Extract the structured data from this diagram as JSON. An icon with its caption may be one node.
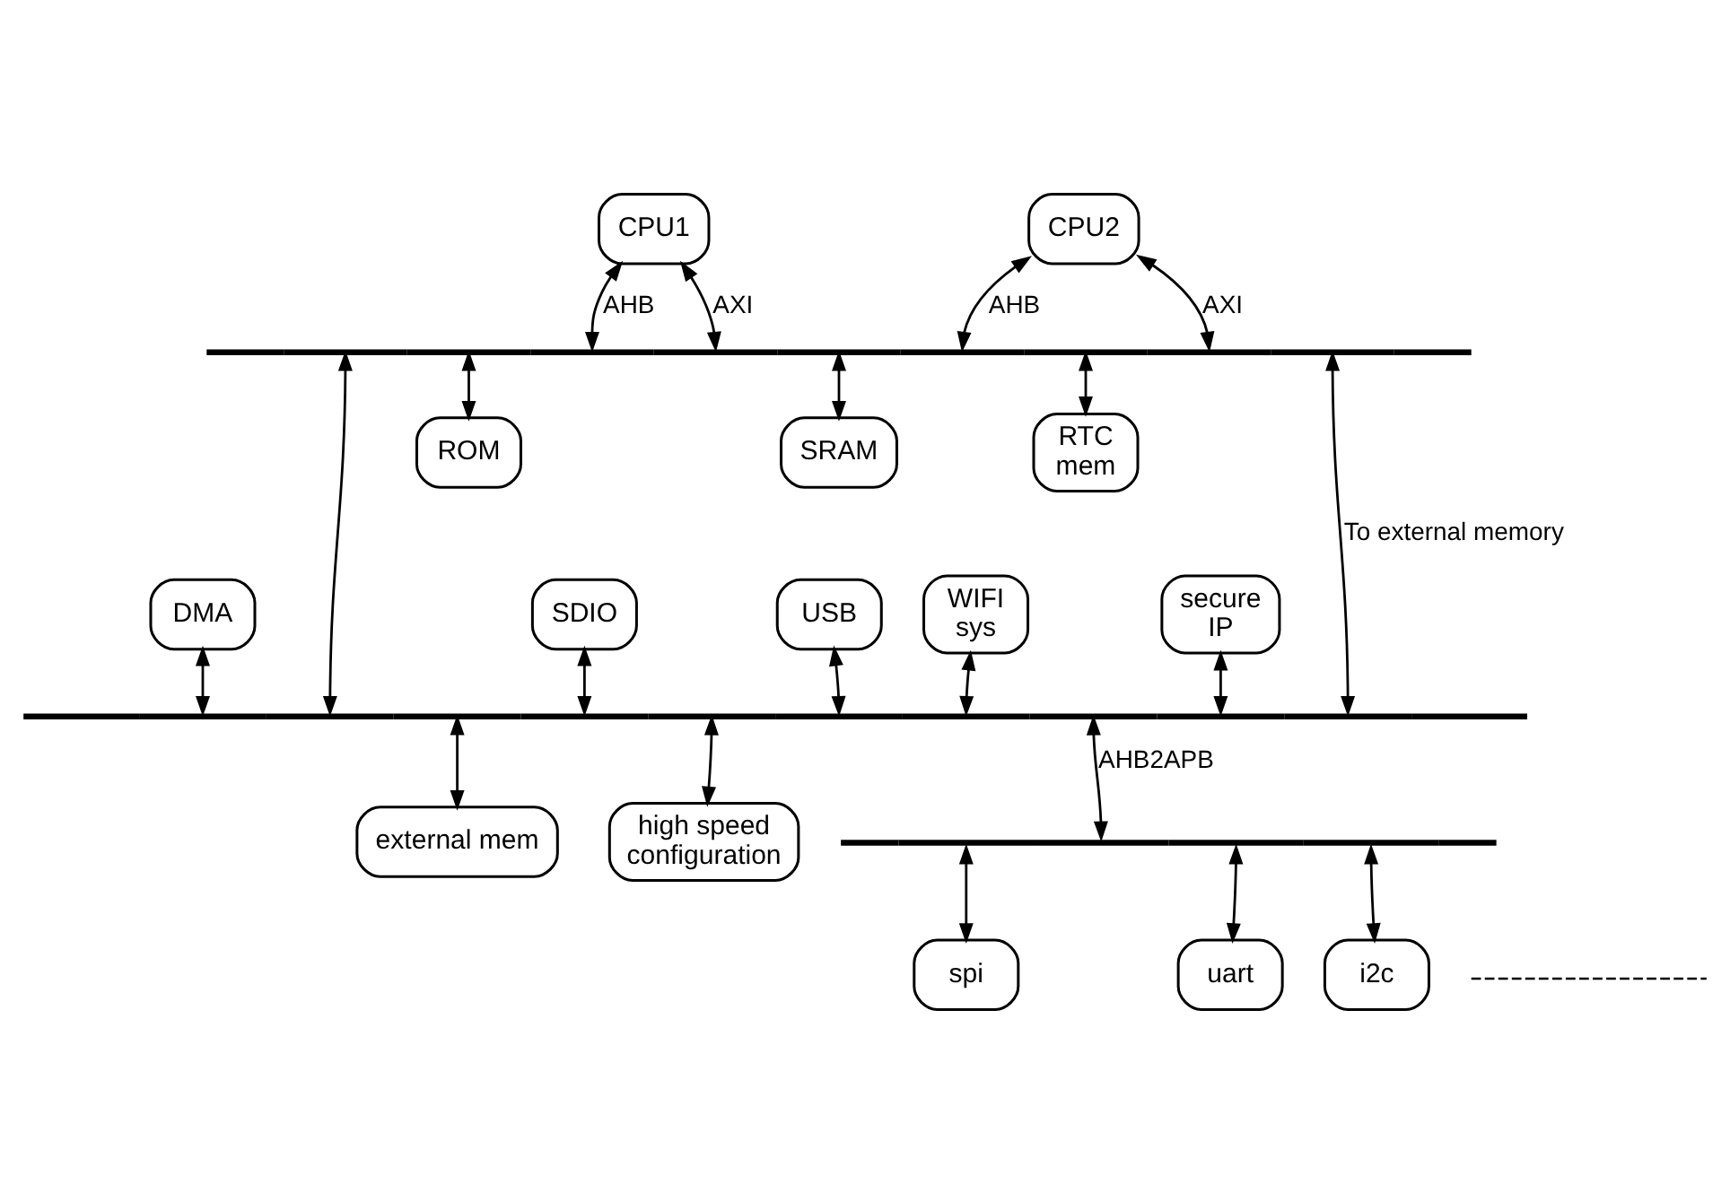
{
  "diagram": {
    "nodes": [
      {
        "text": [
          "CPU1"
        ]
      },
      {
        "text": [
          "CPU2"
        ]
      },
      {
        "text": [],
        "shape": "bar"
      },
      {
        "text": [
          "ROM"
        ]
      },
      {
        "text": [
          "SRAM"
        ]
      },
      {
        "text": [
          "RTC mem"
        ]
      },
      {
        "text": [
          "DMA"
        ]
      },
      {
        "text": [
          "SDIO"
        ]
      },
      {
        "text": [
          "USB"
        ]
      },
      {
        "text": [
          "WIFI sys"
        ]
      },
      {
        "text": [
          "secure IP"
        ]
      },
      {
        "text": [],
        "shape": "bar"
      },
      {
        "text": [
          "external mem"
        ]
      },
      {
        "text": [
          "high speed configuration"
        ]
      },
      {
        "text": [],
        "shape": "bar"
      },
      {
        "text": [
          "spi"
        ]
      },
      {
        "text": [
          "uart"
        ]
      },
      {
        "text": [
          "i2c"
        ]
      },
      {
        "text": [],
        "shape": "line"
      }
    ],
    "edges": [
      {
        "from": 0,
        "to": 2,
        "label": "AHB",
        "arrow": "both"
      },
      {
        "from": 0,
        "to": 2,
        "label": "AXI",
        "arrow": "both"
      },
      {
        "from": 1,
        "to": 2,
        "label": "AHB",
        "arrow": "both"
      },
      {
        "from": 1,
        "to": 2,
        "label": "AXI",
        "arrow": "both"
      },
      {
        "from": 2,
        "to": 3,
        "arrow": "both"
      },
      {
        "from": 2,
        "to": 4,
        "arrow": "both"
      },
      {
        "from": 2,
        "to": 5,
        "arrow": "both"
      },
      {
        "from": 2,
        "to": 11,
        "label": "To external memory",
        "arrow": "both"
      },
      {
        "from": 11,
        "to": 2,
        "arrow": "both"
      },
      {
        "from": 6,
        "to": 11,
        "arrow": "both"
      },
      {
        "from": 7,
        "to": 11,
        "arrow": "both"
      },
      {
        "from": 8,
        "to": 11,
        "arrow": "both"
      },
      {
        "from": 9,
        "to": 11,
        "arrow": "both"
      },
      {
        "from": 10,
        "to": 11,
        "arrow": "both"
      },
      {
        "from": 11,
        "to": 12,
        "arrow": "both"
      },
      {
        "from": 11,
        "to": 13,
        "arrow": "both"
      },
      {
        "from": 11,
        "to": 14,
        "label": "AHB2APB",
        "arrow": "both"
      },
      {
        "from": 14,
        "to": 15,
        "arrow": "both"
      },
      {
        "from": 14,
        "to": 16,
        "arrow": "both"
      },
      {
        "from": 14,
        "to": 17,
        "arrow": "both"
      }
    ]
  }
}
